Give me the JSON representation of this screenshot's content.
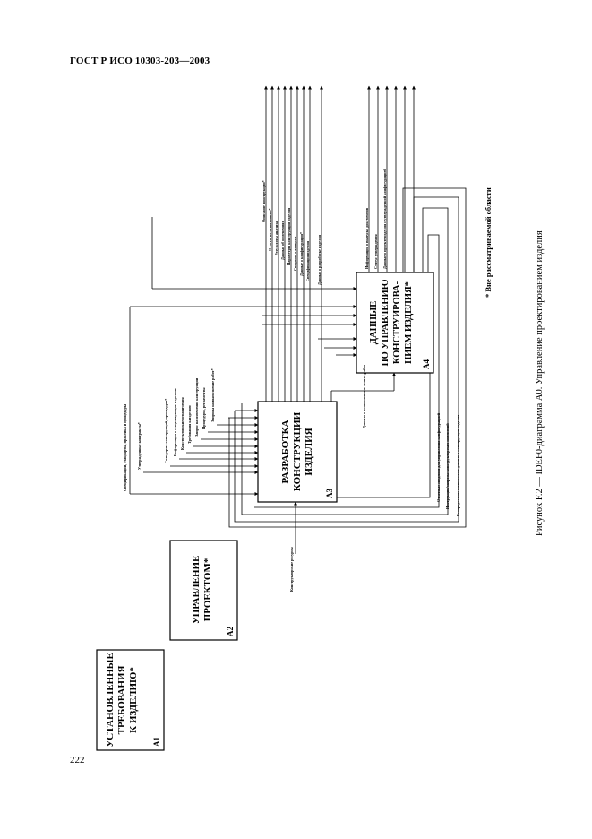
{
  "page": {
    "standard": "ГОСТ Р ИСО 10303-203—2003",
    "page_number": "222",
    "caption": "Рисунок F.2 — IDEF0-диаграмма A0. Управление проектированием изделия",
    "footnote": "* Вне рассматриваемой области"
  },
  "boxes": [
    {
      "id": "A1",
      "lines": [
        "УСТАНОВЛЕННЫЕ",
        "ТРЕБОВАНИЯ",
        "К ИЗДЕЛИЮ*"
      ]
    },
    {
      "id": "A2",
      "lines": [
        "УПРАВЛЕНИЕ",
        "ПРОЕКТОМ*"
      ]
    },
    {
      "id": "A3",
      "lines": [
        "РАЗРАБОТКА",
        "КОНСТРУКЦИИ",
        "ИЗДЕЛИЯ"
      ]
    },
    {
      "id": "A4",
      "lines": [
        "ДАННЫЕ",
        "ПО УПРАВЛЕНИЮ",
        "КОНСТРУИРОВА-",
        "НИЕМ ИЗДЕЛИЯ*"
      ]
    }
  ],
  "arrow_labels": {
    "a3_outputs": [
      "Описание конструкции*",
      "Отчеты по испытаниям*",
      "Результаты анализа",
      "Данные об изменениях",
      "Параметры конструкции изделия",
      "Сведения о выпуске",
      "Данные о конфигурации*",
      "Спецификация изделия",
      "Данные о разработке изделия"
    ],
    "a4_outputs": [
      "Информация о выпуске документов",
      "Статус утверждения",
      "Данные о проекте изделия с утвержденной конфигурацией"
    ],
    "a3_controls": [
      "Спецификации, стандарты, практика и процедуры",
      "Утвержденные контракты*",
      "Стандарты конструкций, процедуры*",
      "Информация о существующих изделиях",
      "Конструкторские ограничения",
      "Требования к изделию",
      "Запрос на изменение конструкции",
      "Процедуры, регламенты",
      "Запросы на выполнение работ*"
    ],
    "a3_mechanism": "Конструкторские ресурсы",
    "a4_data": "Данные о выполненных этапах работ",
    "bottom_feedback": [
      "Отчетные сведения для управления конфигурацией",
      "Инструкции/запросы конструкторских изменений",
      "Распределение технических данных о конструкции изделия"
    ]
  }
}
